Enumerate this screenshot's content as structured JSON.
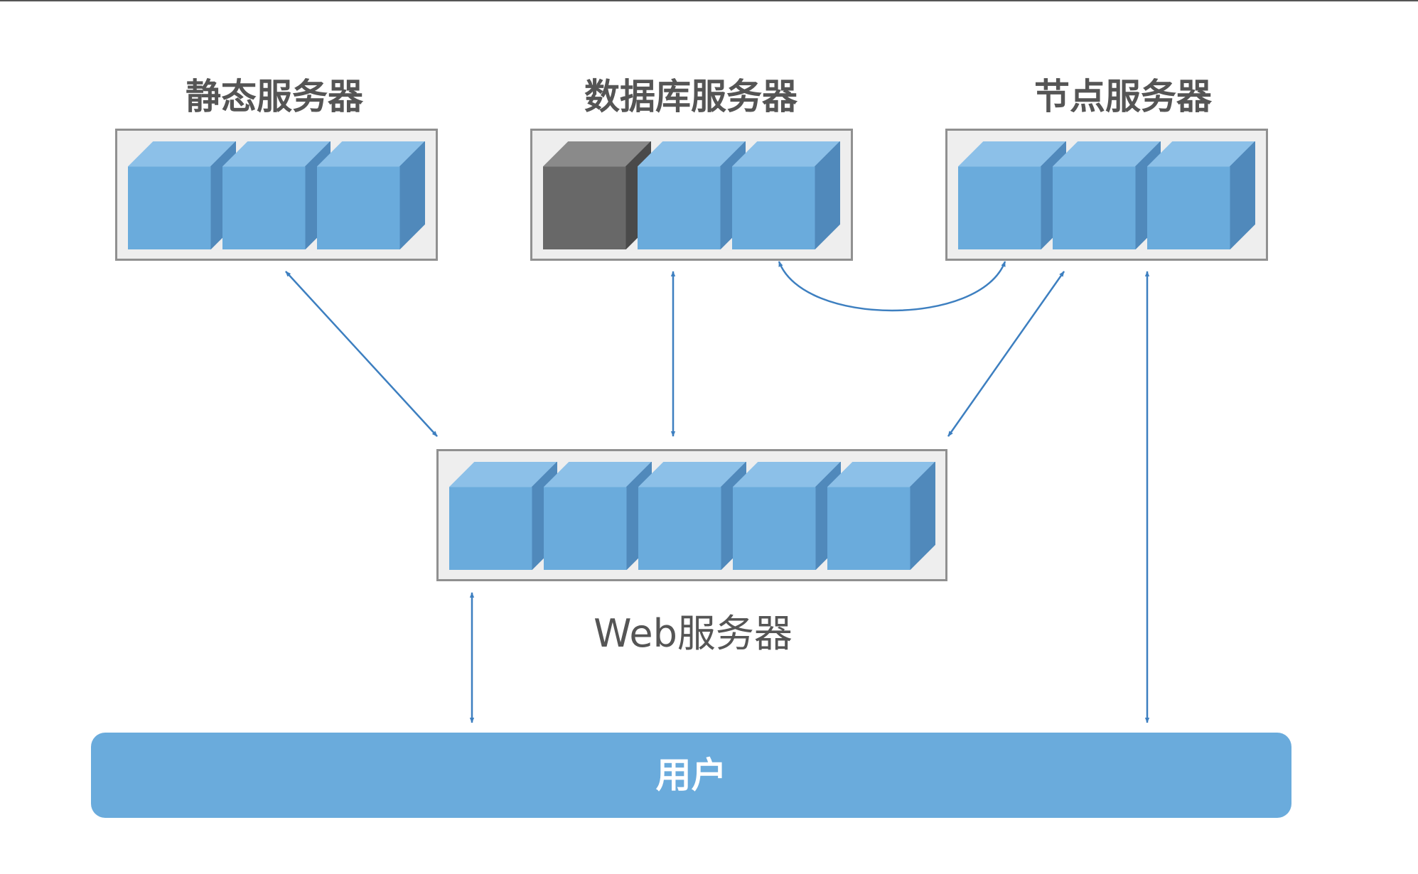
{
  "colors": {
    "cube_face": "#6aabdc",
    "cube_top": "#8cc0e8",
    "cube_side": "#5089bb",
    "cube_inactive_face": "#686868",
    "cube_inactive_top": "#8a8a8a",
    "cube_inactive_side": "#4a4a4a",
    "box_fill": "#eeeeee",
    "box_border": "#909090",
    "label_text": "#555555",
    "arrow": "#3d7fc0",
    "user_bar": "#6aabdc"
  },
  "groups": {
    "static": {
      "label": "静态服务器",
      "nodes": 3,
      "inactive_nodes": 0
    },
    "database": {
      "label": "数据库服务器",
      "nodes": 3,
      "inactive_nodes": 1
    },
    "node": {
      "label": "节点服务器",
      "nodes": 3,
      "inactive_nodes": 0
    },
    "web": {
      "label": "Web服务器",
      "nodes": 5,
      "inactive_nodes": 0
    }
  },
  "user": {
    "label": "用户"
  },
  "connections": [
    {
      "from": "static",
      "to": "web",
      "bidirectional": true
    },
    {
      "from": "database",
      "to": "web",
      "bidirectional": true
    },
    {
      "from": "node",
      "to": "web",
      "bidirectional": true
    },
    {
      "from": "database",
      "to": "node",
      "bidirectional": true
    },
    {
      "from": "web",
      "to": "user",
      "bidirectional": true
    },
    {
      "from": "node",
      "to": "user",
      "bidirectional": true
    }
  ]
}
